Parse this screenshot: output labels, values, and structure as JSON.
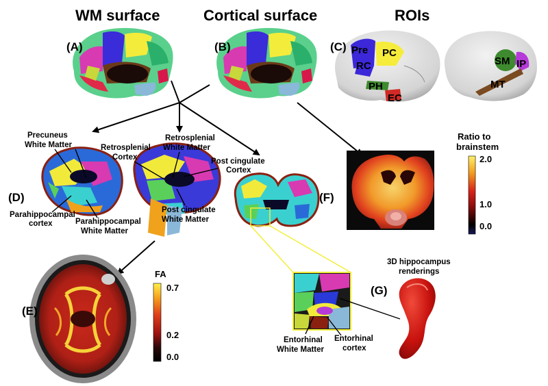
{
  "headers": {
    "wm": "WM surface",
    "cortical": "Cortical surface",
    "rois": "ROIs"
  },
  "panels": {
    "a": "(A)",
    "b": "(B)",
    "c": "(C)",
    "d": "(D)",
    "e": "(E)",
    "f": "(F)",
    "g": "(G)"
  },
  "roi_labels": {
    "pre": "Pre",
    "rc": "RC",
    "pc": "PC",
    "ph": "PH",
    "ec": "EC",
    "sm": "SM",
    "ip": "IP",
    "mt": "MT"
  },
  "annotations": {
    "precuneus_wm_1": "Precuneus",
    "precuneus_wm_2": "White Matter",
    "retrosplenial_cortex_1": "Retrosplenial",
    "retrosplenial_cortex_2": "Cortex",
    "retrosplenial_wm_1": "Retrosplenial",
    "retrosplenial_wm_2": "White Matter",
    "post_cingulate_cortex_1": "Post cingulate",
    "post_cingulate_cortex_2": "Cortex",
    "post_cingulate_wm_1": "Post cingulate",
    "post_cingulate_wm_2": "White Matter",
    "parahippocampal_cortex_1": "Parahippocampal",
    "parahippocampal_cortex_2": "cortex",
    "parahippocampal_wm_1": "Parahippocampal",
    "parahippocampal_wm_2": "White Matter",
    "entorhinal_wm_1": "Entorhinal",
    "entorhinal_wm_2": "White Matter",
    "entorhinal_cortex_1": "Entorhinal",
    "entorhinal_cortex_2": "cortex",
    "hippocampus_1": "3D hippocampus",
    "hippocampus_2": "renderings"
  },
  "colorbar_fa": {
    "title": "FA",
    "ticks": [
      "0.7",
      "0.2",
      "0.0"
    ]
  },
  "colorbar_ratio": {
    "title_1": "Ratio to",
    "title_2": "brainstem",
    "ticks": [
      "2.0",
      "1.0",
      "0.0"
    ]
  },
  "colors": {
    "yellow_box": "#f2ee3a",
    "hippocampus": "#c8120e",
    "roi_blue": "#3c28d8",
    "roi_yellow": "#f6ec3c",
    "roi_green": "#3e8a2e",
    "roi_purple": "#b53ad8",
    "roi_brown": "#7a4a20",
    "roi_red": "#d02a26"
  }
}
